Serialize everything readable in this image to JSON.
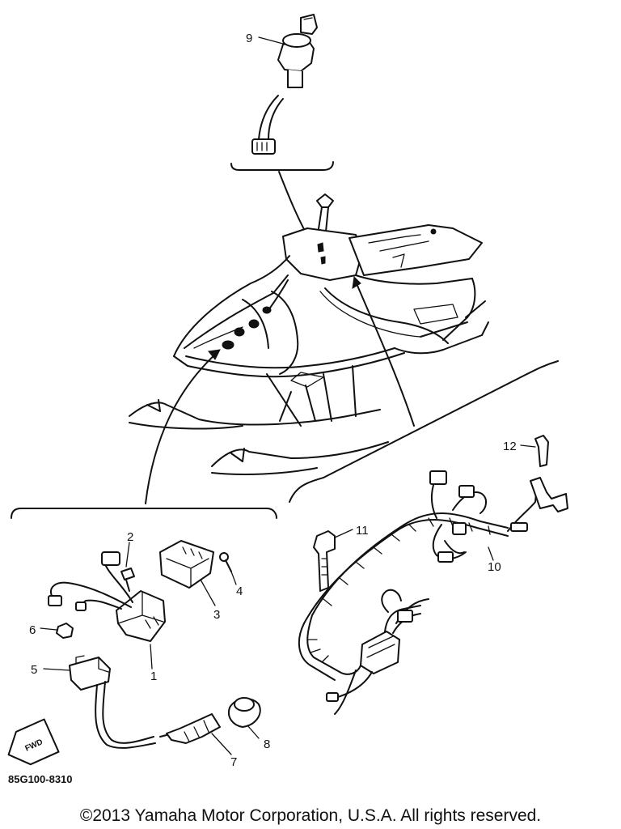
{
  "callouts": [
    {
      "id": "1",
      "text": "1"
    },
    {
      "id": "2",
      "text": "2"
    },
    {
      "id": "3",
      "text": "3"
    },
    {
      "id": "4",
      "text": "4"
    },
    {
      "id": "5",
      "text": "5"
    },
    {
      "id": "6",
      "text": "6"
    },
    {
      "id": "7",
      "text": "7"
    },
    {
      "id": "8",
      "text": "8"
    },
    {
      "id": "9",
      "text": "9"
    },
    {
      "id": "10",
      "text": "10"
    },
    {
      "id": "11",
      "text": "11"
    },
    {
      "id": "12",
      "text": "12"
    }
  ],
  "forward_marker": "FWD",
  "diagram_code": "85G100-8310",
  "copyright": "©2013 Yamaha Motor Corporation, U.S.A. All rights reserved."
}
